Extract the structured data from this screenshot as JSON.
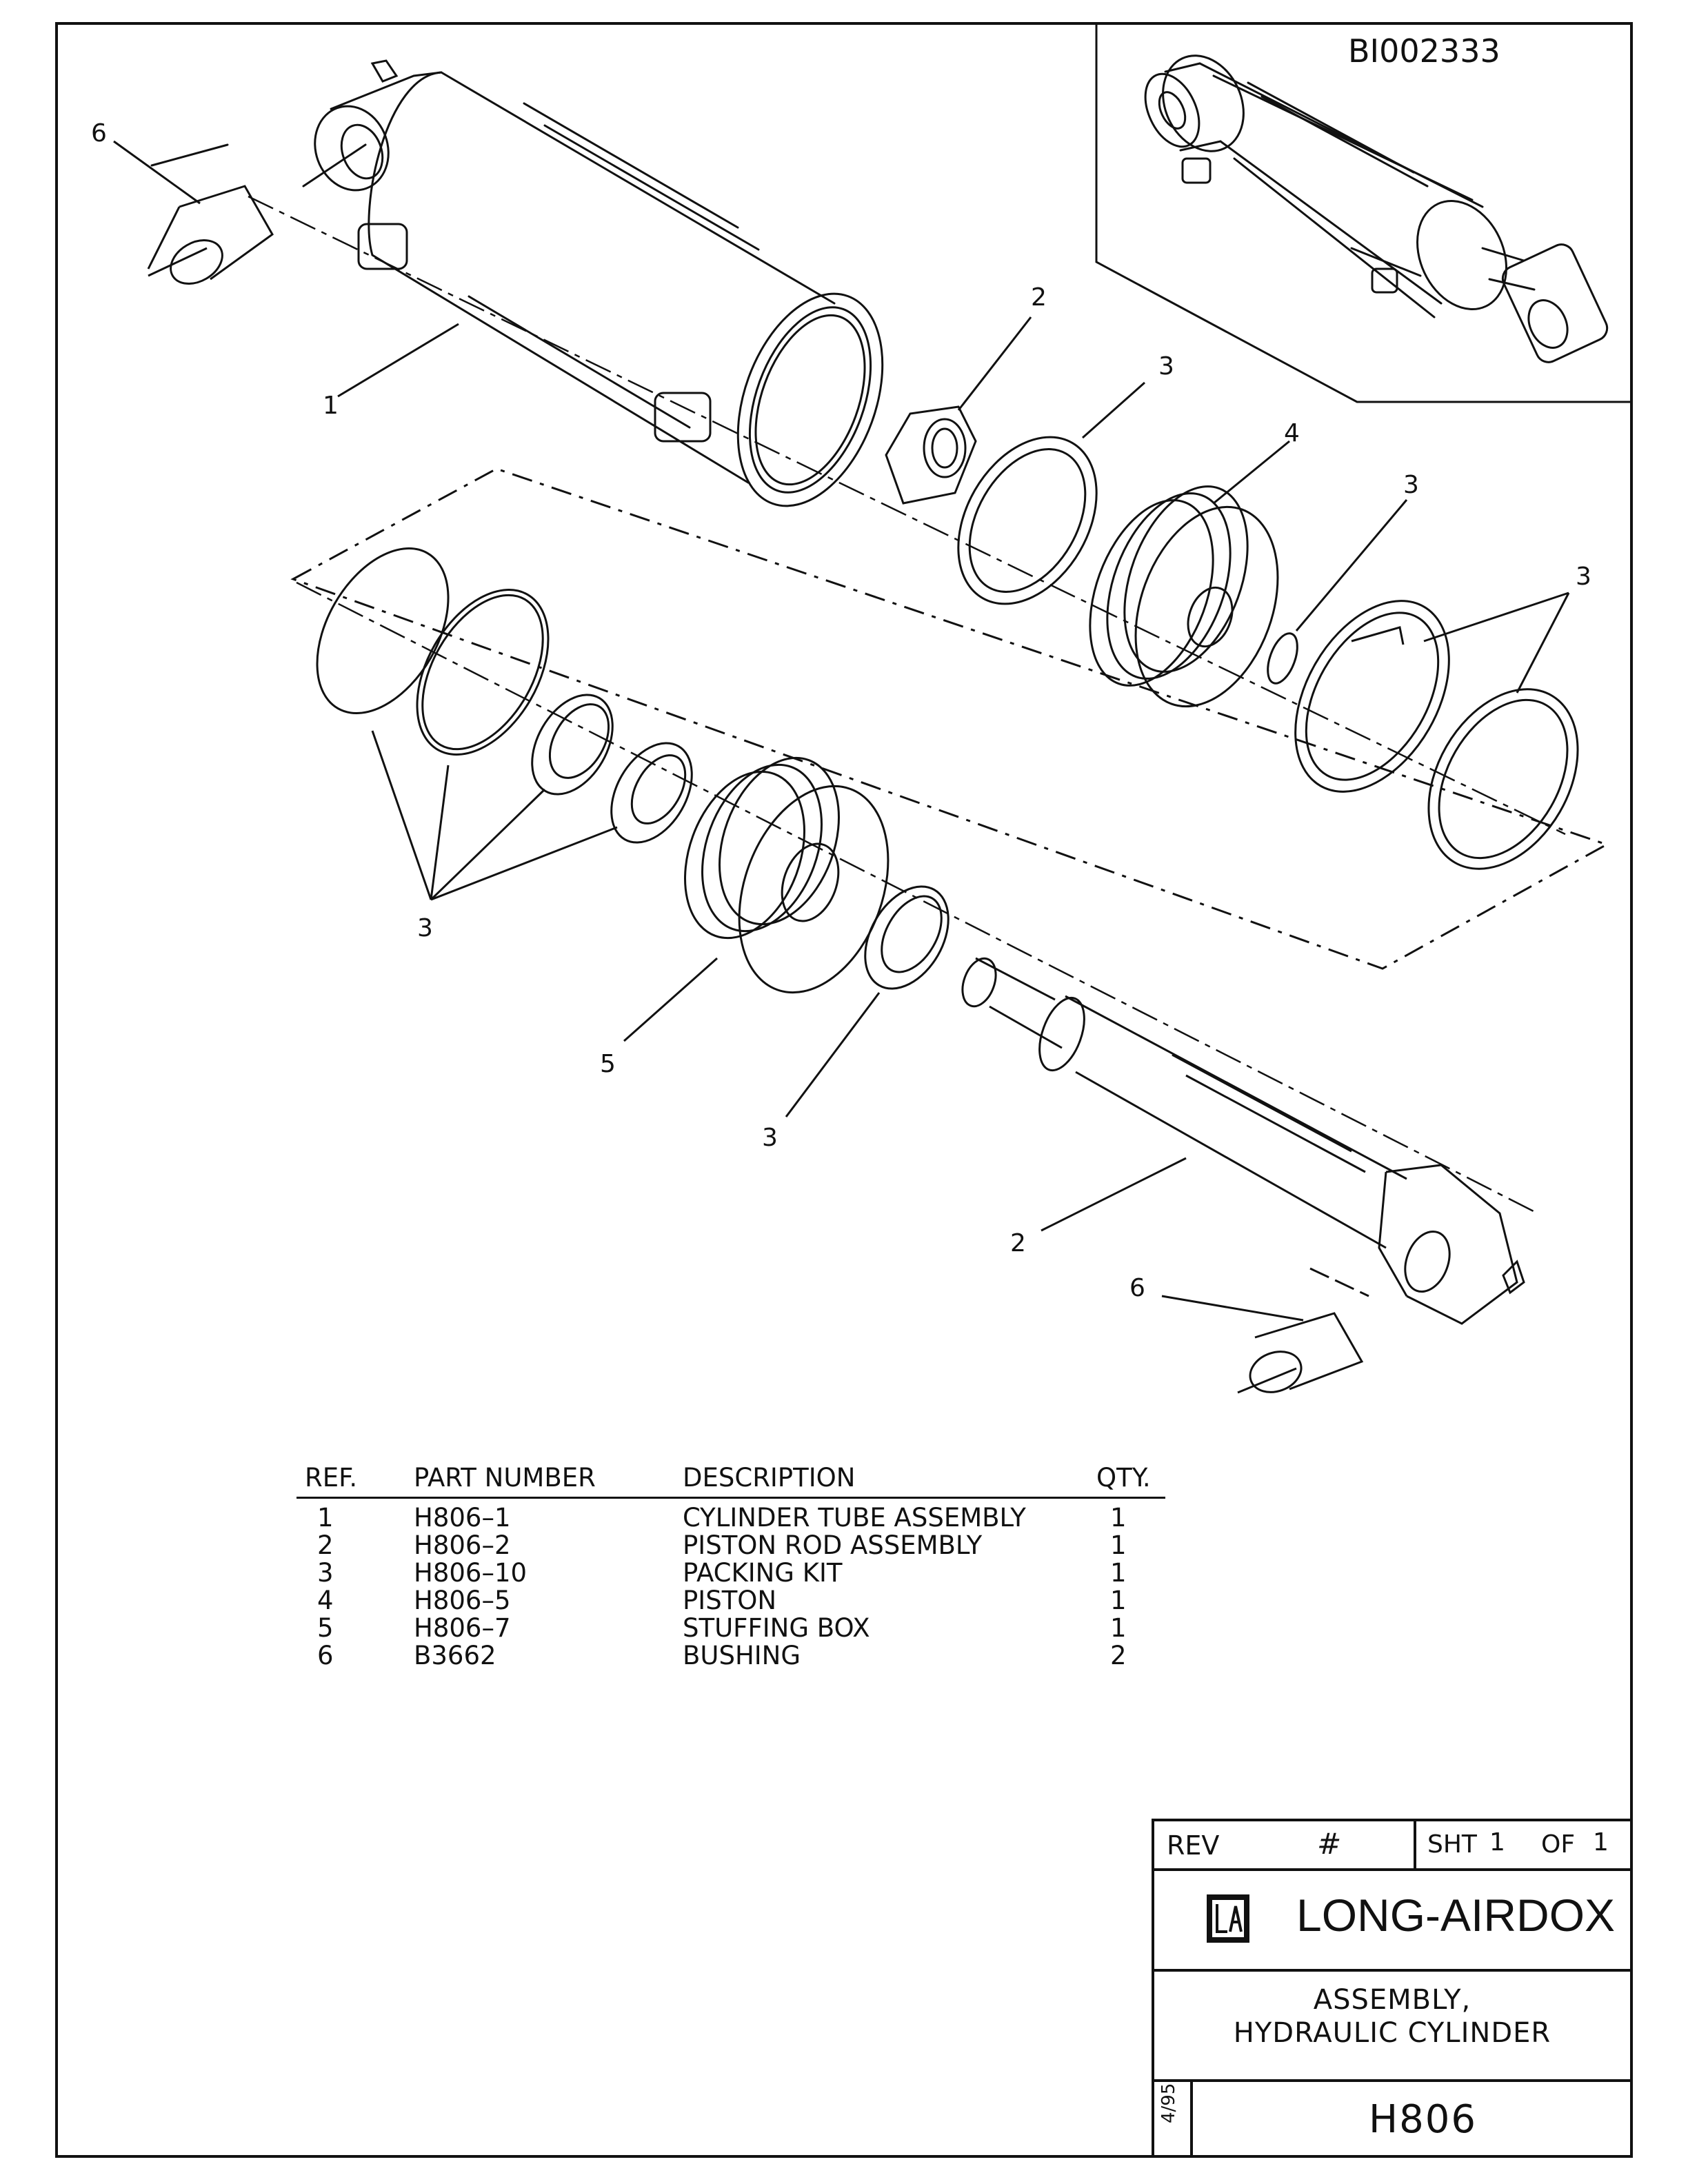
{
  "drawing_id": "BI002333",
  "callouts": [
    {
      "id": "c6a",
      "text": "6"
    },
    {
      "id": "c1",
      "text": "1"
    },
    {
      "id": "c2a",
      "text": "2"
    },
    {
      "id": "c3a",
      "text": "3"
    },
    {
      "id": "c4",
      "text": "4"
    },
    {
      "id": "c3b",
      "text": "3"
    },
    {
      "id": "c3c",
      "text": "3"
    },
    {
      "id": "c3d",
      "text": "3"
    },
    {
      "id": "c5",
      "text": "5"
    },
    {
      "id": "c3e",
      "text": "3"
    },
    {
      "id": "c2b",
      "text": "2"
    },
    {
      "id": "c6b",
      "text": "6"
    }
  ],
  "parts_list": {
    "headers": {
      "ref": "REF.",
      "part": "PART NUMBER",
      "desc": "DESCRIPTION",
      "qty": "QTY."
    },
    "rows": [
      {
        "ref": "1",
        "part": "H806–1",
        "desc": "CYLINDER TUBE ASSEMBLY",
        "qty": "1"
      },
      {
        "ref": "2",
        "part": "H806–2",
        "desc": "PISTON ROD ASSEMBLY",
        "qty": "1"
      },
      {
        "ref": "3",
        "part": "H806–10",
        "desc": "PACKING KIT",
        "qty": "1"
      },
      {
        "ref": "4",
        "part": "H806–5",
        "desc": "PISTON",
        "qty": "1"
      },
      {
        "ref": "5",
        "part": "H806–7",
        "desc": "STUFFING BOX",
        "qty": "1"
      },
      {
        "ref": "6",
        "part": "B3662",
        "desc": "BUSHING",
        "qty": "2"
      }
    ]
  },
  "title_block": {
    "rev_label": "REV",
    "rev_value": "#",
    "sheet_label": "SHT",
    "sheet_value": "1",
    "of_label": "OF",
    "of_value": "1",
    "company": "LONG-AIRDOX",
    "title_line1": "ASSEMBLY,",
    "title_line2": "HYDRAULIC CYLINDER",
    "date": "4/95",
    "drawing_number": "H806"
  }
}
